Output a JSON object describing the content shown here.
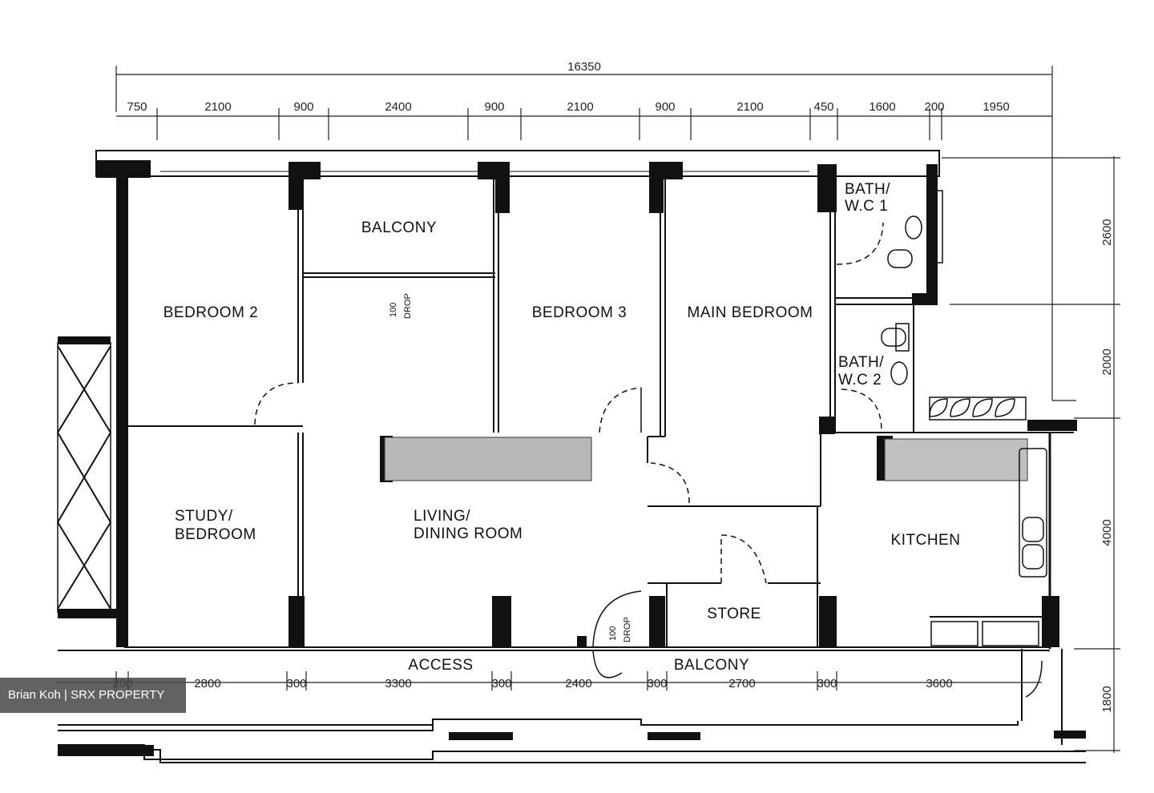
{
  "dimensions": {
    "overall": "16350",
    "top": [
      "750",
      "2100",
      "900",
      "2400",
      "900",
      "2100",
      "900",
      "2100",
      "450",
      "1600",
      "200",
      "1950"
    ],
    "bottom": [
      "200",
      "2800",
      "300",
      "3300",
      "300",
      "2400",
      "300",
      "2700",
      "300",
      "3600"
    ],
    "right": [
      "2600",
      "2000",
      "4000",
      "1800"
    ]
  },
  "rooms": {
    "bedroom2": "BEDROOM 2",
    "balcony_top": "BALCONY",
    "bedroom3": "BEDROOM 3",
    "main_bedroom": "MAIN BEDROOM",
    "bath1_line1": "BATH/",
    "bath1_line2": "W.C 1",
    "bath2_line1": "BATH/",
    "bath2_line2": "W.C 2",
    "study_line1": "STUDY/",
    "study_line2": "BEDROOM",
    "living_line1": "LIVING/",
    "living_line2": "DINING ROOM",
    "kitchen": "KITCHEN",
    "store": "STORE",
    "access": "ACCESS",
    "balcony_bottom": "BALCONY"
  },
  "drops": {
    "drop1_num": "100",
    "drop1_word": "DROP",
    "drop2_num": "100",
    "drop2_word": "DROP"
  },
  "credit": "Brian Koh | SRX PROPERTY"
}
